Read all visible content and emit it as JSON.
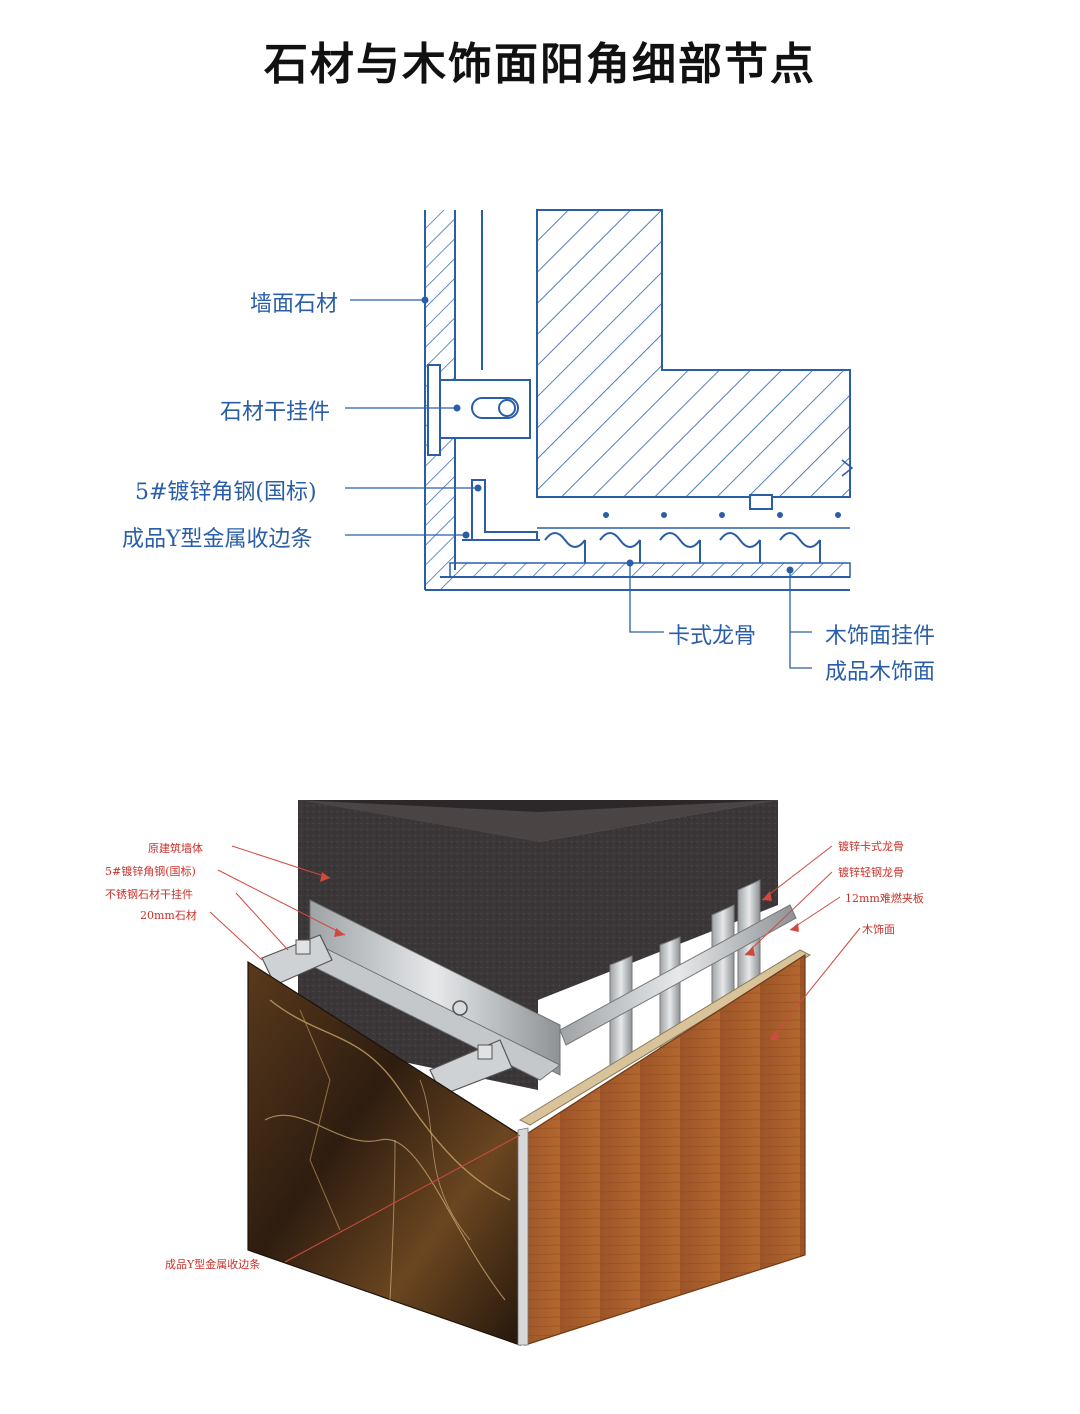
{
  "title": "石材与木饰面阳角细部节点",
  "section_detail": {
    "labels": {
      "stone_wall": "墙面石材",
      "stone_hanger": "石材干挂件",
      "angle_steel": "5#镀锌角钢(国标)",
      "y_trim": "成品Y型金属收边条",
      "clip_keel": "卡式龙骨",
      "wood_hanger": "木饰面挂件",
      "wood_finish": "成品木饰面"
    }
  },
  "isometric_detail": {
    "labels": {
      "original_wall": "原建筑墙体",
      "angle_steel": "5#镀锌角钢(国标)",
      "stainless_hanger": "不锈钢石材干挂件",
      "stone_20mm": "20mm石材",
      "galv_clip_keel": "镀锌卡式龙骨",
      "galv_light_keel": "镀锌轻钢龙骨",
      "fire_board": "12mm难燃夹板",
      "wood_finish": "木饰面",
      "y_trim": "成品Y型金属收边条"
    }
  },
  "colors": {
    "line_blue": "#2a5ea8",
    "label_red": "#c8322a",
    "wall_dark": "#3a3536",
    "wood": "#a0552a",
    "marble": "#3a2412"
  }
}
